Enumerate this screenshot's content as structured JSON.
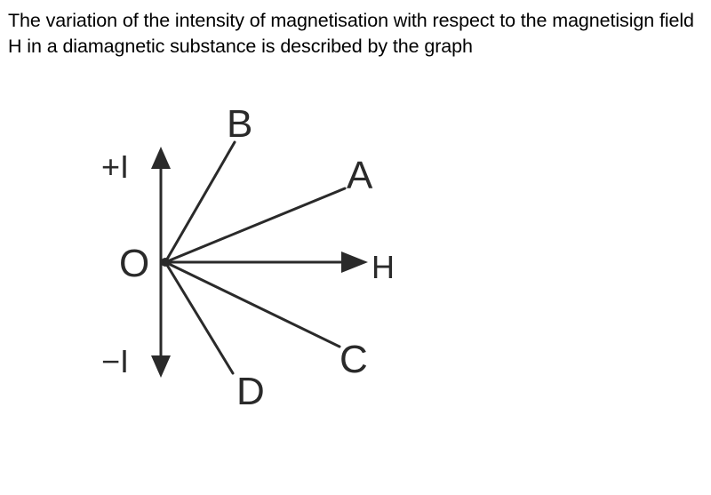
{
  "question": {
    "text": "The variation of the intensity of magnetisation with respect to the magnetisign field H in a diamagnetic substance is described by the graph"
  },
  "diagram": {
    "origin_label": "O",
    "axes": {
      "x_label": "H",
      "y_positive_label": "+I",
      "y_negative_label": "−I"
    },
    "lines": [
      {
        "label": "A",
        "direction": "positive slope (shallow)"
      },
      {
        "label": "B",
        "direction": "positive slope (steep)"
      },
      {
        "label": "C",
        "direction": "negative slope (shallow)"
      },
      {
        "label": "D",
        "direction": "negative slope (steep)"
      }
    ],
    "colors": {
      "ink": "#2a2a2a",
      "background": "#ffffff"
    }
  }
}
